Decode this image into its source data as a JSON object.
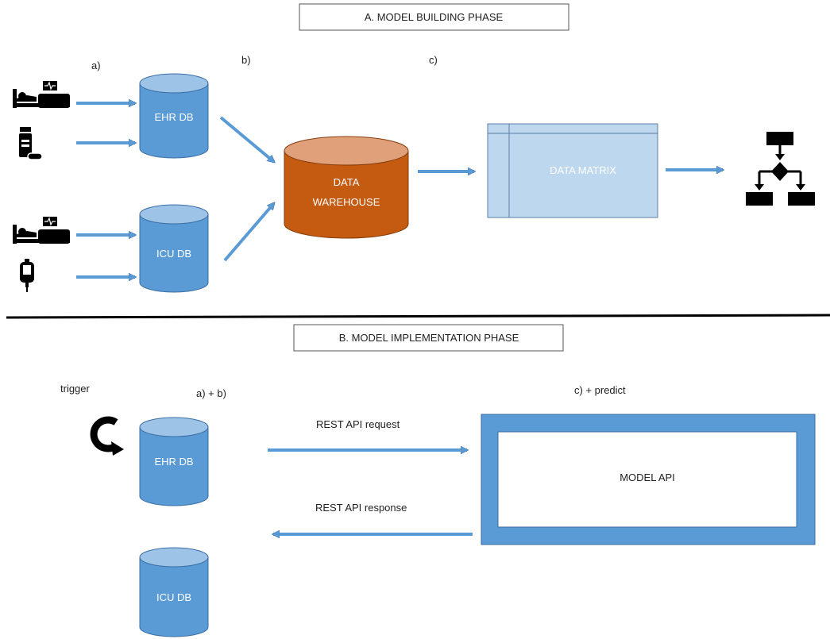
{
  "colors": {
    "db_blue": "#5b9bd5",
    "db_blue_stroke": "#3a6ea5",
    "warehouse_orange": "#c55a11",
    "warehouse_top": "#e0a07a",
    "matrix_fill": "#bdd7ee",
    "arrow_blue": "#5b9bd5",
    "icon_black": "#000000"
  },
  "phase_a": {
    "title": "A.   MODEL BUILDING PHASE",
    "step_a": "a)",
    "step_b": "b)",
    "step_c": "c)",
    "ehr_db": "EHR DB",
    "icu_db": "ICU DB",
    "warehouse_line1": "DATA",
    "warehouse_line2": "WAREHOUSE",
    "data_matrix": "DATA MATRIX",
    "source_icons": [
      "hospital-bed-monitor-icon",
      "medication-bottle-icon",
      "hospital-bed-monitor-icon",
      "iv-bag-icon"
    ],
    "model_icon": "decision-tree-icon"
  },
  "phase_b": {
    "title": "B.   MODEL IMPLEMENTATION PHASE",
    "trigger": "trigger",
    "step_ab": "a)    + b)",
    "step_c": "c)    + predict",
    "ehr_db": "EHR DB",
    "icu_db": "ICU DB",
    "request": "REST API request",
    "response": "REST API response",
    "model_api": "MODEL API",
    "trigger_icon": "refresh-arrow-icon"
  }
}
